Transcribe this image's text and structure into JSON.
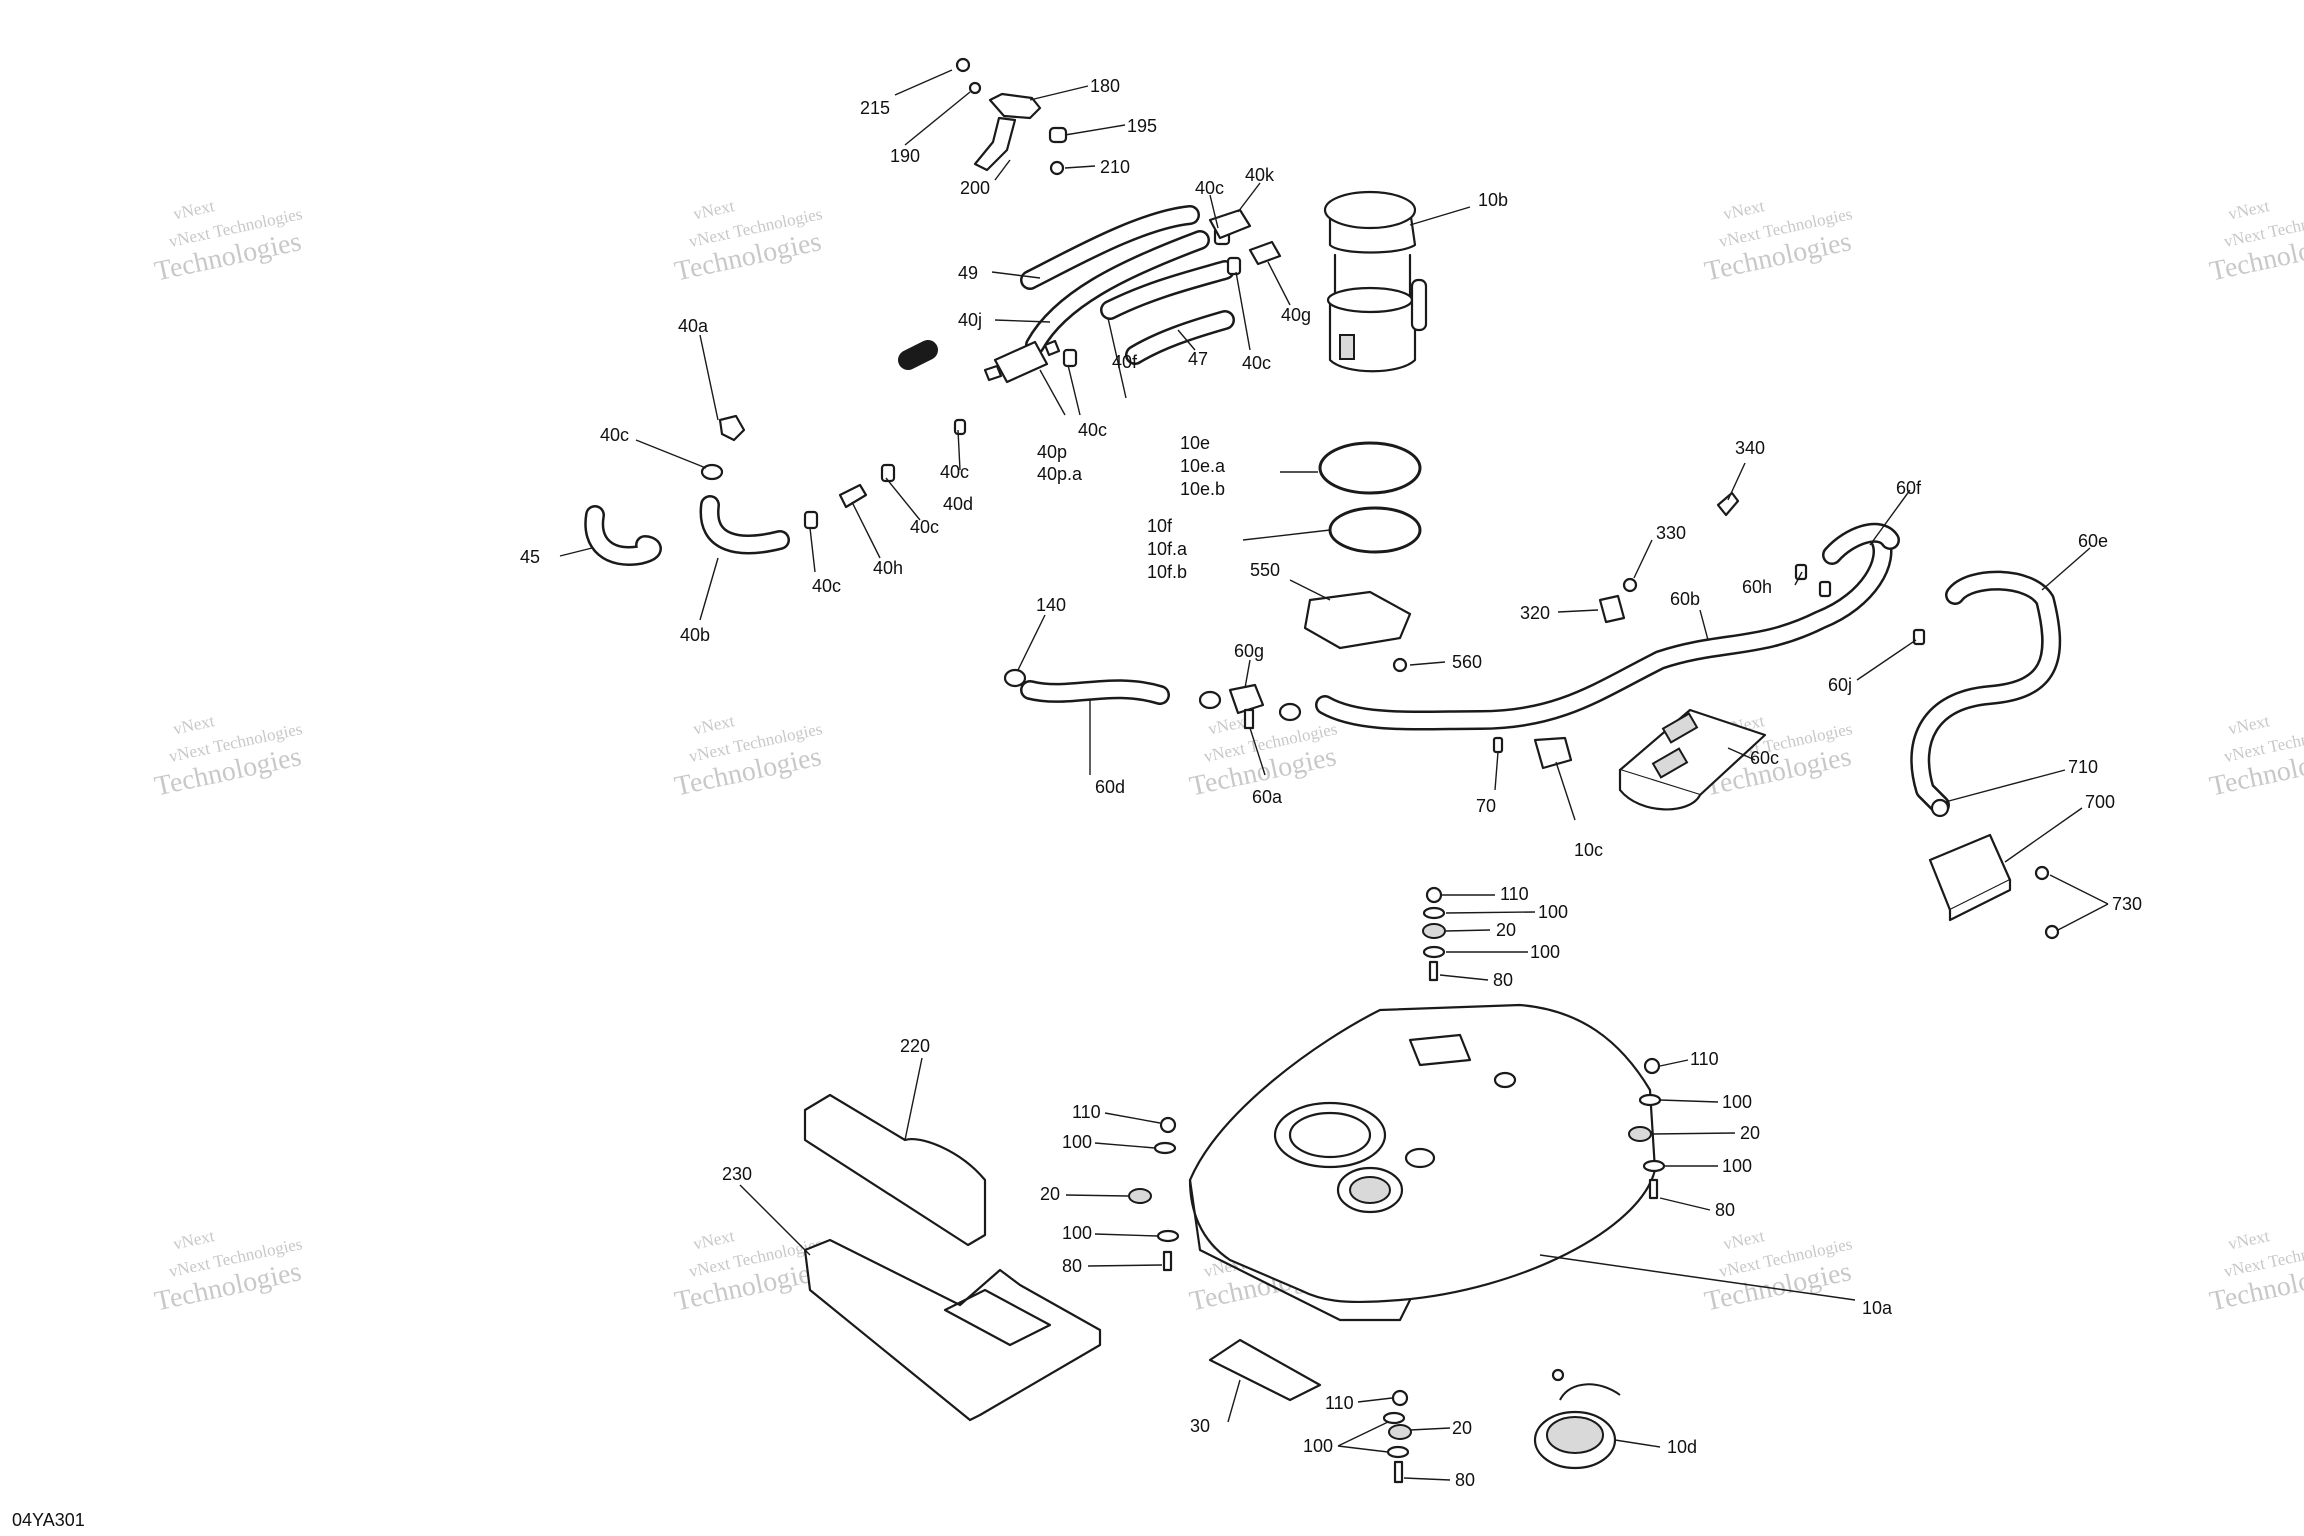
{
  "diagram_code": "04YA301",
  "watermark": {
    "line1": "vNext Technologies",
    "line2": "Technologies",
    "overline": "vNext"
  },
  "labels": {
    "l215": "215",
    "l190": "190",
    "l180": "180",
    "l195": "195",
    "l200": "200",
    "l210": "210",
    "l40c_a": "40c",
    "l40k": "40k",
    "l10b": "10b",
    "l49": "49",
    "l40g": "40g",
    "l40j": "40j",
    "l40c_b": "40c",
    "l40f": "40f",
    "l47": "47",
    "l40a": "40a",
    "l40c_c": "40c",
    "l40c_d": "40c",
    "l40p": "40p",
    "l40pa": "40p.a",
    "l40c_e": "40c",
    "l40d": "40d",
    "l45": "45",
    "l40c_f": "40c",
    "l40h": "40h",
    "l40c_g": "40c",
    "l40b": "40b",
    "l10e": "10e",
    "l10ea": "10e.a",
    "l10eb": "10e.b",
    "l10f": "10f",
    "l10fa": "10f.a",
    "l10fb": "10f.b",
    "l550": "550",
    "l560": "560",
    "l140": "140",
    "l60g": "60g",
    "l60d": "60d",
    "l60a": "60a",
    "l340": "340",
    "l60f": "60f",
    "l330": "330",
    "l60h": "60h",
    "l320": "320",
    "l60b": "60b",
    "l60e": "60e",
    "l60j": "60j",
    "l70": "70",
    "l10c": "10c",
    "l60c": "60c",
    "l710": "710",
    "l700": "700",
    "l730": "730",
    "l110_a": "110",
    "l100_a": "100",
    "l20_a": "20",
    "l100_b": "100",
    "l80_a": "80",
    "l220": "220",
    "l230": "230",
    "l110_b": "110",
    "l100_c": "100",
    "l20_b": "20",
    "l100_d": "100",
    "l80_b": "80",
    "l110_c": "110",
    "l100_e": "100",
    "l20_c": "20",
    "l100_f": "100",
    "l80_c": "80",
    "l10a": "10a",
    "l30": "30",
    "l110_d": "110",
    "l20_d": "20",
    "l100_g": "100",
    "l80_d": "80",
    "l10d": "10d"
  }
}
